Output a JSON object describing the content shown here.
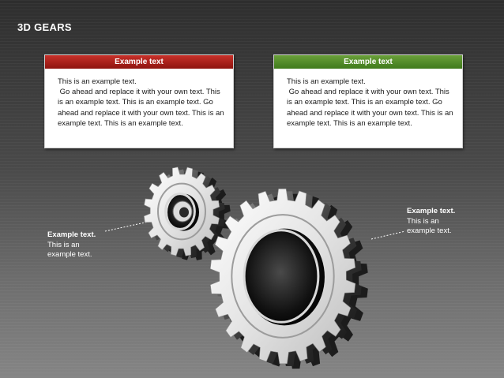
{
  "slide": {
    "title": "3D GEARS"
  },
  "cards": [
    {
      "header": "Example text",
      "body": "This is an example text.\n Go ahead and replace it with your own text. This is an example text. This is an example text. Go ahead and replace it with your own text. This is an example text. This is an example text."
    },
    {
      "header": "Example text",
      "body": "This is an example text.\n Go ahead and replace it with your own text. This is an example text. This is an example text. Go ahead and replace it with your own text. This is an example text. This is an example text."
    }
  ],
  "callouts": {
    "left": {
      "title": "Example text.",
      "line1": "This is an",
      "line2": "example text."
    },
    "right": {
      "title": "Example text.",
      "line1": "This is an",
      "line2": "example text."
    }
  },
  "colors": {
    "left_header": "#a8211b",
    "right_header": "#558e2b"
  }
}
